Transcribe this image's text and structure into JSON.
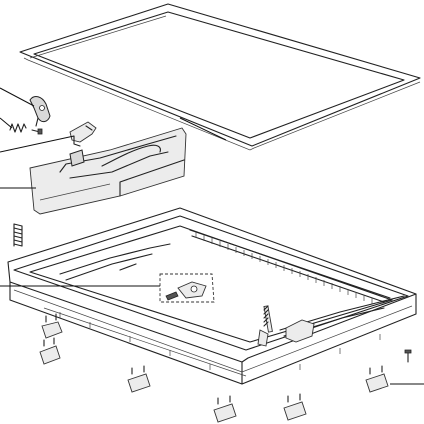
{
  "figure": {
    "parts": [
      {
        "name": "roof-seal-gasket"
      },
      {
        "name": "lever-latch"
      },
      {
        "name": "small-spring"
      },
      {
        "name": "small-pin"
      },
      {
        "name": "clip-bracket"
      },
      {
        "name": "hinge-bracket"
      },
      {
        "name": "coil-spring"
      },
      {
        "name": "base-frame"
      },
      {
        "name": "latch-insert"
      },
      {
        "name": "mounting-feet"
      },
      {
        "name": "screw"
      }
    ],
    "colors": {
      "line": "#222222",
      "fill": "#d9d9d9",
      "background": "#ffffff"
    }
  }
}
